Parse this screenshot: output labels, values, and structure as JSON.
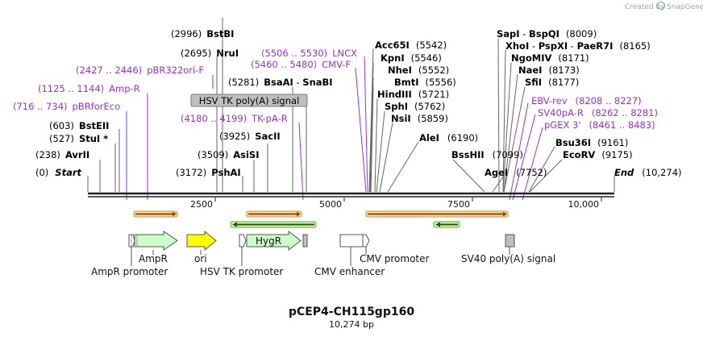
{
  "credit": {
    "prefix": "Created by",
    "brand": "SnapGene"
  },
  "map": {
    "title": "pCEP4-CH115gp160",
    "length_label": "10,274 bp"
  },
  "ruler": {
    "ticks": [
      "2500",
      "5000",
      "7500",
      "10,000"
    ]
  },
  "enzymes": [
    {
      "pos": "(2996)",
      "name": "BstBI"
    },
    {
      "pos": "(2695)",
      "name": "NruI"
    },
    {
      "pos": "(5281)",
      "name": "BsaAI",
      "sep": " - ",
      "name2": "SnaBI"
    },
    {
      "pos": "(603)",
      "name": "BstEII"
    },
    {
      "pos": "(527)",
      "name": "StuI *"
    },
    {
      "pos": "(238)",
      "name": "AvrII"
    },
    {
      "pos": "(0)",
      "name": "Start"
    },
    {
      "pos": "(3925)",
      "name": "SacII"
    },
    {
      "pos": "(3509)",
      "name": "AsiSI"
    },
    {
      "pos": "(3172)",
      "name": "PshAI"
    },
    {
      "name": "Acc65I",
      "pos": "(5542)"
    },
    {
      "name": "KpnI",
      "pos": "(5546)"
    },
    {
      "name": "NheI",
      "pos": "(5552)"
    },
    {
      "name": "BmtI",
      "pos": "(5556)"
    },
    {
      "name": "HindIII",
      "pos": "(5721)"
    },
    {
      "name": "SphI",
      "pos": "(5762)"
    },
    {
      "name": "NsiI",
      "pos": "(5859)"
    },
    {
      "name": "AleI",
      "pos": "(6190)"
    },
    {
      "name": "BssHII",
      "pos": "(7099)"
    },
    {
      "name": "AgeI",
      "pos": "(7752)"
    },
    {
      "name": "SapI",
      "sep": " - ",
      "name2": "BspQI",
      "pos": "(8009)"
    },
    {
      "name": "XhoI",
      "sep": " - ",
      "name2": "PspXI",
      "sep2": " - ",
      "name3": "PaeR7I",
      "pos": "(8165)"
    },
    {
      "name": "NgoMIV",
      "pos": "(8171)"
    },
    {
      "name": "NaeI",
      "pos": "(8173)"
    },
    {
      "name": "SfiI",
      "pos": "(8177)"
    },
    {
      "name": "Bsu36I",
      "pos": "(9161)"
    },
    {
      "name": "EcoRV",
      "pos": "(9175)"
    },
    {
      "name": "End",
      "pos": "(10,274)"
    }
  ],
  "primers": [
    {
      "range": "(5506 .. 5530)",
      "name": "LNCX"
    },
    {
      "range": "(5460 .. 5480)",
      "name": "CMV-F"
    },
    {
      "range": "(2427 .. 2446)",
      "name": "pBR322ori-F"
    },
    {
      "range": "(1125 .. 1144)",
      "name": "Amp-R"
    },
    {
      "range": "(716 .. 734)",
      "name": "pBRforEco"
    },
    {
      "range": "(4180 .. 4199)",
      "name": "TK-pA-R"
    },
    {
      "name": "EBV-rev",
      "range": "(8208 .. 8227)"
    },
    {
      "name": "SV40pA-R",
      "range": "(8262 .. 8281)"
    },
    {
      "name": "pGEX 3'",
      "range": "(8461 .. 8483)"
    }
  ],
  "box_label": "HSV TK poly(A) signal",
  "features": {
    "hygr": "HygR",
    "ampr": "AmpR",
    "ori": "ori",
    "ampr_promoter": "AmpR promoter",
    "hsv_tk_promoter": "HSV TK promoter",
    "cmv_enhancer": "CMV enhancer",
    "cmv_promoter": "CMV promoter",
    "sv40_polya": "SV40 poly(A) signal"
  },
  "colors": {
    "enzyme": "#000000",
    "primer": "#9933cc",
    "orf": "#d4903a",
    "orf_rev": "#55aa22",
    "ampr_fill": "#ccffcc",
    "ori_fill": "#ffff00",
    "box_fill": "#bfbfbf"
  }
}
